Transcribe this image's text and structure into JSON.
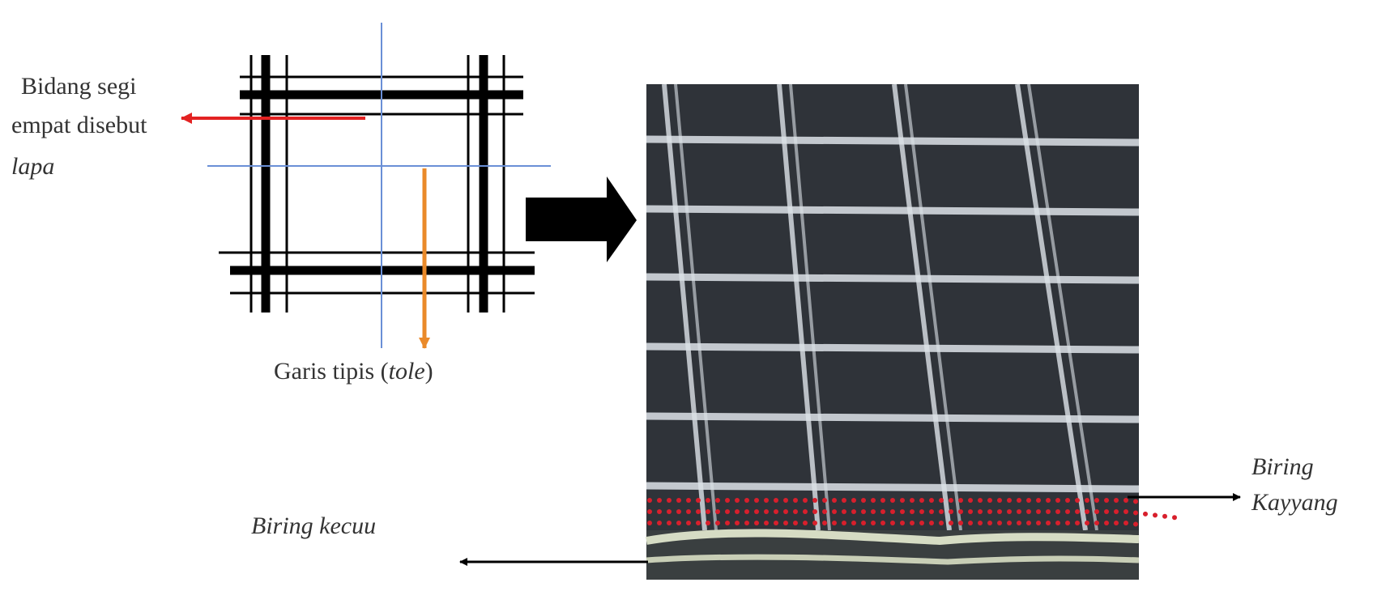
{
  "labels": {
    "lapa_line1": "Bidang segi",
    "lapa_line2": "empat disebut",
    "lapa_term": "lapa",
    "tole_text": "Garis tipis (",
    "tole_term": "tole",
    "tole_close": ")",
    "biring_kecuu": "Biring kecuu",
    "biring_kayyang_line1": "Biring",
    "biring_kayyang_line2": "Kayyang"
  },
  "colors": {
    "grid_line": "#111111",
    "thin_blue_line": "#6a8fd6",
    "red_arrow": "#e32222",
    "orange_arrow": "#ea8a2a",
    "fabric_base": "#2f3339",
    "fabric_stripe": "#dde3e8",
    "red_dots": "#d81f2c"
  }
}
